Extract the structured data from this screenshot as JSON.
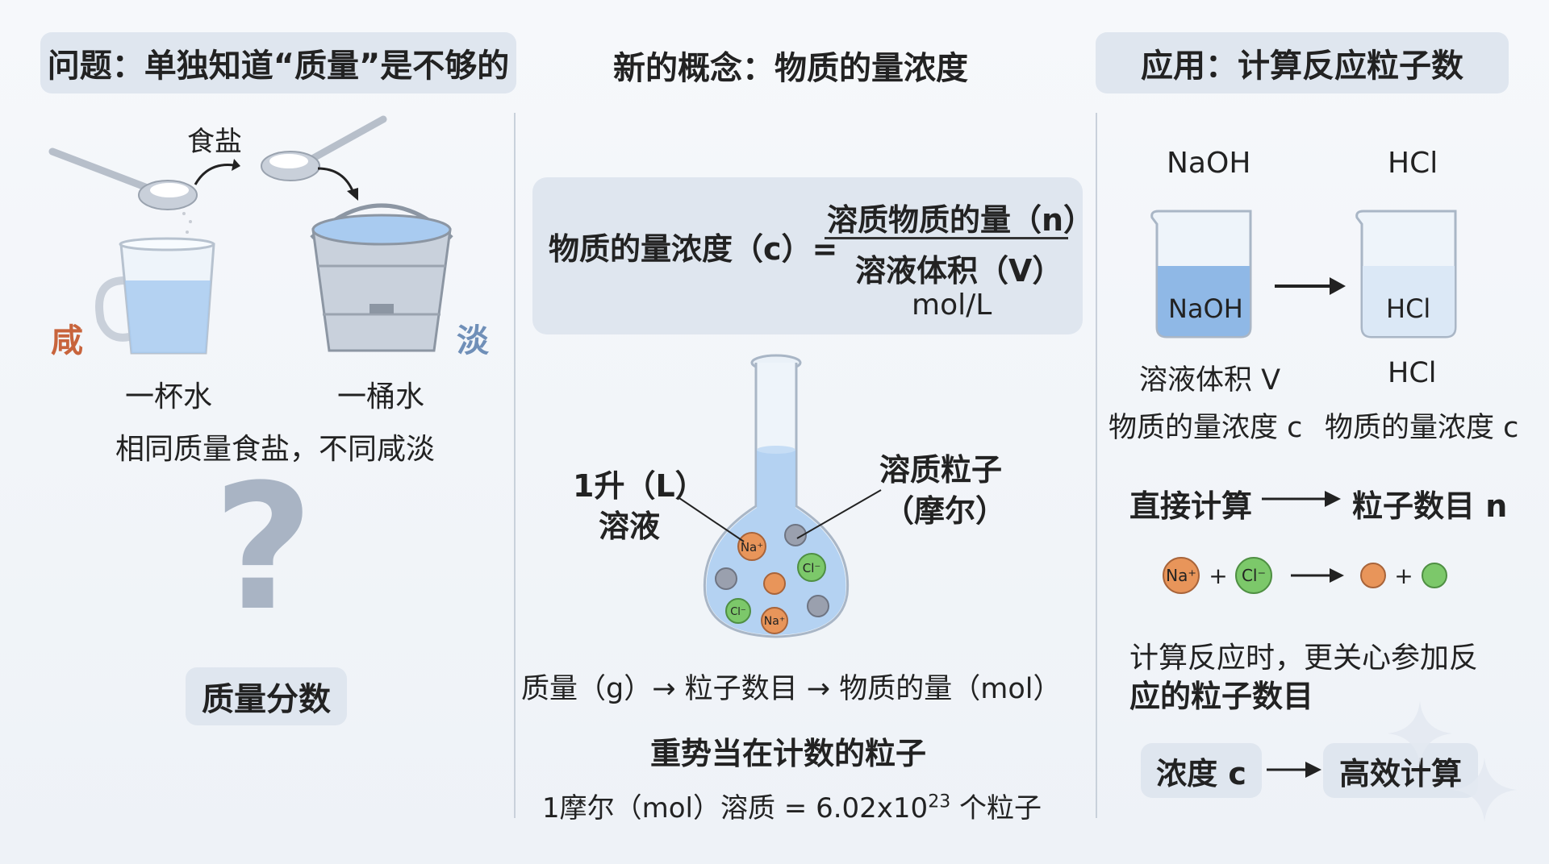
{
  "panel1": {
    "header": "问题：单独知道“质量”是不够的",
    "salt_label": "食盐",
    "salty_label": "咸",
    "bland_label": "淡",
    "cup_label": "一杯水",
    "bucket_label": "一桶水",
    "caption": "相同质量食盐，不同咸淡",
    "question_mark": "?",
    "badge": "质量分数"
  },
  "panel2": {
    "header": "新的概念：物质的量浓度",
    "formula_lhs": "物质的量浓度（c）=",
    "numerator": "溶质物质的量（n）",
    "denominator": "溶液体积（V）",
    "unit": "mol/L",
    "left_label_line1": "1升（L）",
    "left_label_line2": "溶液",
    "right_label_line1": "溶质粒子",
    "right_label_line2": "（摩尔）",
    "particles": [
      "Na+",
      "Cl-",
      "Cl-",
      "Na+"
    ],
    "chain": "质量（g）→ 粒子数目 → 物质的量（mol）",
    "emphasis": "重势当在计数的粒子",
    "avogadro_prefix": "1摩尔（mol）溶质 = 6.02x10",
    "avogadro_exp": "23",
    "avogadro_suffix": " 个粒子"
  },
  "panel3": {
    "header": "应用：计算反应粒子数",
    "left_top": "NaOH",
    "right_top": "HCl",
    "left_beaker": "NaOH",
    "right_beaker": "HCl",
    "left_vol": "溶液体积 V",
    "right_name": "HCl",
    "left_conc": "物质的量浓度 c",
    "right_conc": "物质的量浓度 c",
    "direct_calc": "直接计算",
    "particle_count": "粒子数目 n",
    "ion_na": "Na+",
    "ion_cl": "Cl-",
    "plus": "+",
    "note_line1": "计算反应时，更关心参加反",
    "note_line2": "应的粒子数目",
    "conc_badge": "浓度 c",
    "efficient_badge": "高效计算"
  },
  "colors": {
    "salty": "#c8643c",
    "bland": "#6f8fb8",
    "pill": "#dfe6ef",
    "na_ion": "#e8955a",
    "cl_ion": "#7cc86a",
    "neutral_ion": "#9aa0ae",
    "water": "#8fb8e6"
  }
}
